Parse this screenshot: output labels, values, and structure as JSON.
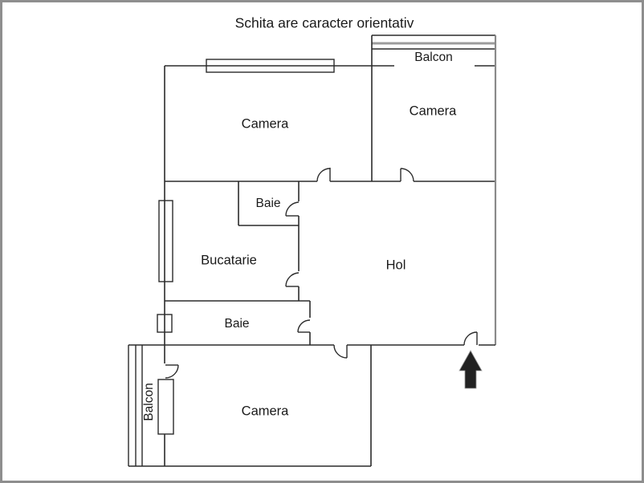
{
  "title": "Schita are caracter orientativ",
  "rooms": {
    "camera_top_left": {
      "label": "Camera"
    },
    "balcon_top": {
      "label": "Balcon"
    },
    "camera_top_right": {
      "label": "Camera"
    },
    "baie_upper": {
      "label": "Baie"
    },
    "bucatarie": {
      "label": "Bucatarie"
    },
    "hol": {
      "label": "Hol"
    },
    "baie_lower": {
      "label": "Baie"
    },
    "camera_bottom": {
      "label": "Camera"
    },
    "balcon_bottom": {
      "label": "Balcon"
    }
  },
  "icons": {
    "entrance_arrow": "up-arrow"
  },
  "colors": {
    "background": "#ffffff",
    "wall": "#2b2b2b",
    "wall_grey": "#8a8a8a",
    "glazing_grey": "#9c9c9c",
    "border": "#8e8e8e",
    "text": "#1a1a1a",
    "arrow": "#222222"
  }
}
